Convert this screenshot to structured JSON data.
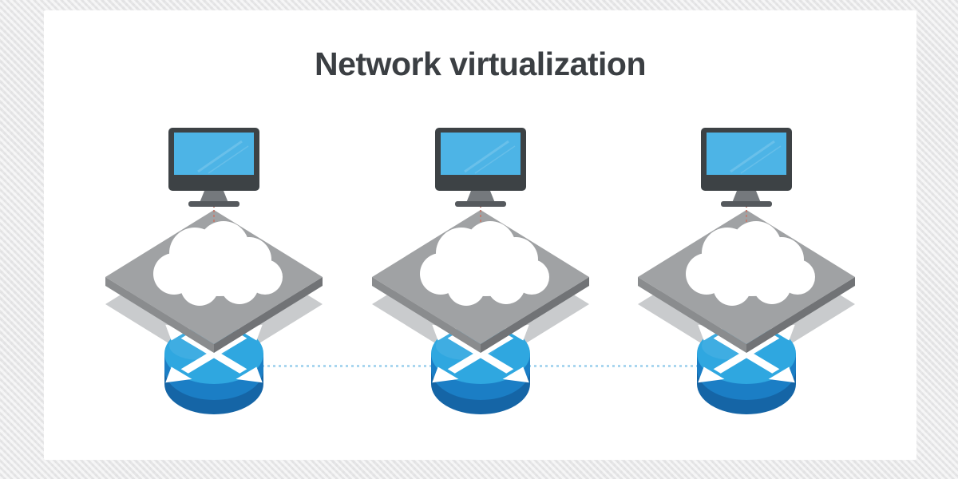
{
  "page": {
    "title": "Network virtualization"
  },
  "colors": {
    "screen_blue": "#4db4e6",
    "router_top_blue": "#2fa7e0",
    "router_body_blue": "#1b7ec5",
    "router_body_dark_blue": "#1565a6",
    "virtual_layer_gray": "#a0a2a4",
    "virtual_layer_edge_gray": "#8a8c8e",
    "virtual_layer_edge_dark_gray": "#717376",
    "virtual_layer_shadow_gray": "#c9cbcd",
    "cloud_white": "#ffffff",
    "router_link_blue": "#a9d6ef",
    "monitor_connector_red": "#bf7f74",
    "monitor_frame_gray": "#3d4245",
    "title_charcoal": "#3b3f43",
    "card_background": "#ffffff",
    "page_background": "#ececed"
  },
  "diagram": {
    "nodes": [
      {
        "name": "virtual-network-node-1",
        "icons": [
          "computer-icon",
          "cloud-icon",
          "virtual-layer-icon",
          "router-icon"
        ]
      },
      {
        "name": "virtual-network-node-2",
        "icons": [
          "computer-icon",
          "cloud-icon",
          "virtual-layer-icon",
          "router-icon"
        ]
      },
      {
        "name": "virtual-network-node-3",
        "icons": [
          "computer-icon",
          "cloud-icon",
          "virtual-layer-icon",
          "router-icon"
        ]
      }
    ],
    "links": [
      {
        "name": "router-link-1-2",
        "style": "dotted-blue"
      },
      {
        "name": "router-link-2-3",
        "style": "dotted-blue"
      }
    ]
  }
}
